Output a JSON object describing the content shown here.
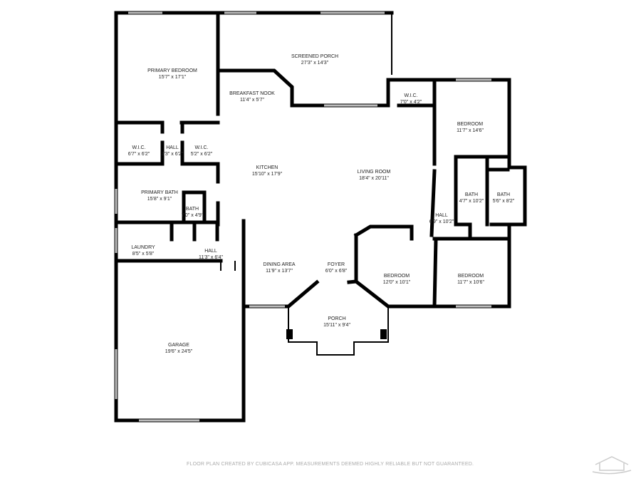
{
  "rooms": [
    {
      "name": "PRIMARY BEDROOM",
      "dims": "15'7\" x 17'1\""
    },
    {
      "name": "SCREENED PORCH",
      "dims": "27'3\" x 14'3\""
    },
    {
      "name": "BREAKFAST NOOK",
      "dims": "11'4\" x 5'7\""
    },
    {
      "name": "W.I.C.",
      "dims": "7'0\" x 4'2\""
    },
    {
      "name": "BEDROOM",
      "dims": "11'7\" x 14'6\""
    },
    {
      "name": "W.I.C.",
      "dims": "6'7\" x 6'2\""
    },
    {
      "name": "HALL",
      "dims": "3'3\" x 6'2\""
    },
    {
      "name": "W.I.C.",
      "dims": "5'2\" x 6'2\""
    },
    {
      "name": "KITCHEN",
      "dims": "15'10\" x 17'9\""
    },
    {
      "name": "LIVING ROOM",
      "dims": "18'4\" x 20'11\""
    },
    {
      "name": "PRIMARY BATH",
      "dims": "15'8\" x 9'1\""
    },
    {
      "name": "BATH",
      "dims": "4'7\" x 10'2\""
    },
    {
      "name": "BATH",
      "dims": "5'6\" x 8'2\""
    },
    {
      "name": "BATH",
      "dims": "7'0\" x 4'9\""
    },
    {
      "name": "HALL",
      "dims": "6'9\" x 10'2\""
    },
    {
      "name": "LAUNDRY",
      "dims": "8'5\" x 5'8\""
    },
    {
      "name": "HALL",
      "dims": "11'3\" x 6'4\""
    },
    {
      "name": "DINING AREA",
      "dims": "11'9\" x 13'7\""
    },
    {
      "name": "FOYER",
      "dims": "6'0\" x 6'8\""
    },
    {
      "name": "BEDROOM",
      "dims": "12'0\" x 10'1\""
    },
    {
      "name": "BEDROOM",
      "dims": "11'7\" x 10'6\""
    },
    {
      "name": "PORCH",
      "dims": "15'11\" x 9'4\""
    },
    {
      "name": "GARAGE",
      "dims": "19'6\" x 24'5\""
    }
  ],
  "footer": "FLOOR PLAN CREATED BY CUBICASA APP. MEASUREMENTS DEEMED HIGHLY RELIABLE BUT NOT GUARANTEED.",
  "logo": {
    "icon": "house-watermark-logo",
    "color": "#cccccc"
  }
}
